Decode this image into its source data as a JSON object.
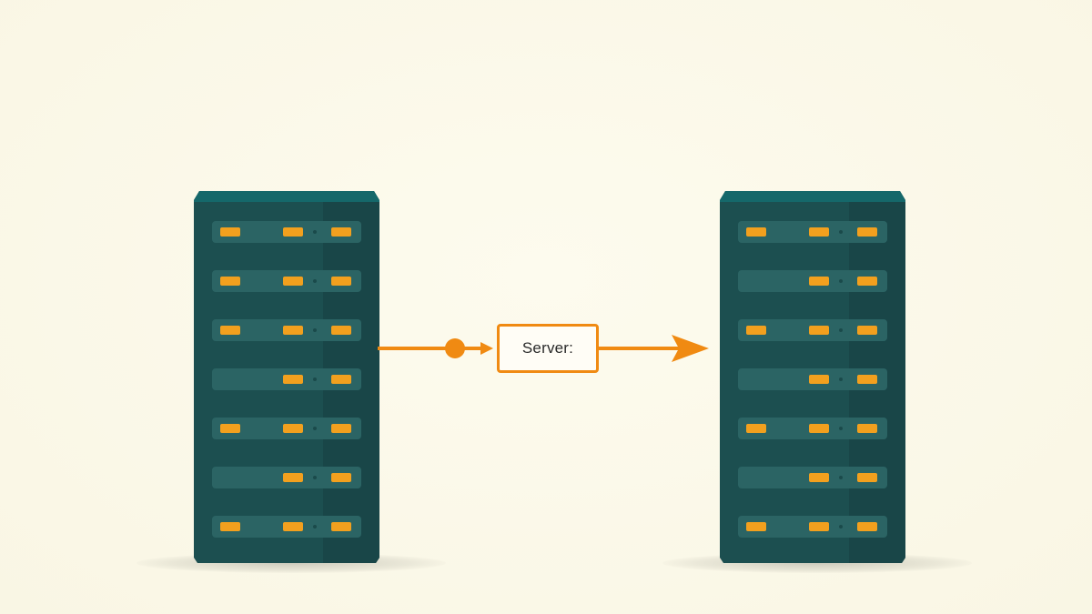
{
  "diagram": {
    "label": "Server:",
    "colors": {
      "background": "#fbf9ea",
      "rack_body": "#1c4f50",
      "rack_slot": "#2b6464",
      "led": "#f2a01e",
      "connector": "#f08a12"
    },
    "racks": [
      {
        "slots": [
          {
            "leds": [
              "a",
              "b",
              "c"
            ]
          },
          {
            "leds": [
              "a",
              "b",
              "c"
            ]
          },
          {
            "leds": [
              "a",
              "b",
              "c"
            ]
          },
          {
            "leds": [
              "b",
              "c"
            ]
          },
          {
            "leds": [
              "a",
              "b",
              "c"
            ]
          },
          {
            "leds": [
              "b",
              "c"
            ]
          },
          {
            "leds": [
              "a",
              "b",
              "c"
            ]
          }
        ]
      },
      {
        "slots": [
          {
            "leds": [
              "a",
              "b",
              "c"
            ]
          },
          {
            "leds": [
              "b",
              "c"
            ]
          },
          {
            "leds": [
              "a",
              "b",
              "c"
            ]
          },
          {
            "leds": [
              "b",
              "c"
            ]
          },
          {
            "leds": [
              "a",
              "b",
              "c"
            ]
          },
          {
            "leds": [
              "b",
              "c"
            ]
          },
          {
            "leds": [
              "a",
              "b",
              "c"
            ]
          }
        ]
      }
    ]
  }
}
